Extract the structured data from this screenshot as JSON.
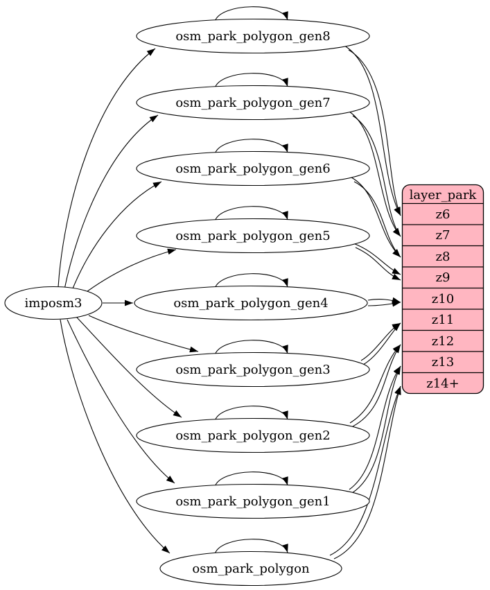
{
  "diagram": {
    "imposm3": {
      "label": "imposm3"
    },
    "tables": {
      "gen8": {
        "label": "osm_park_polygon_gen8",
        "feeds": "z6"
      },
      "gen7": {
        "label": "osm_park_polygon_gen7",
        "feeds": "z7"
      },
      "gen6": {
        "label": "osm_park_polygon_gen6",
        "feeds": "z8"
      },
      "gen5": {
        "label": "osm_park_polygon_gen5",
        "feeds": "z9"
      },
      "gen4": {
        "label": "osm_park_polygon_gen4",
        "feeds": "z10"
      },
      "gen3": {
        "label": "osm_park_polygon_gen3",
        "feeds": "z11"
      },
      "gen2": {
        "label": "osm_park_polygon_gen2",
        "feeds": "z12"
      },
      "gen1": {
        "label": "osm_park_polygon_gen1",
        "feeds": "z13"
      },
      "base": {
        "label": "osm_park_polygon",
        "feeds": "z14+"
      }
    },
    "layer": {
      "title": "layer_park",
      "rows": [
        "z6",
        "z7",
        "z8",
        "z9",
        "z10",
        "z11",
        "z12",
        "z13",
        "z14+"
      ],
      "fill": "#ffb6c1",
      "stroke": "#000000"
    }
  }
}
